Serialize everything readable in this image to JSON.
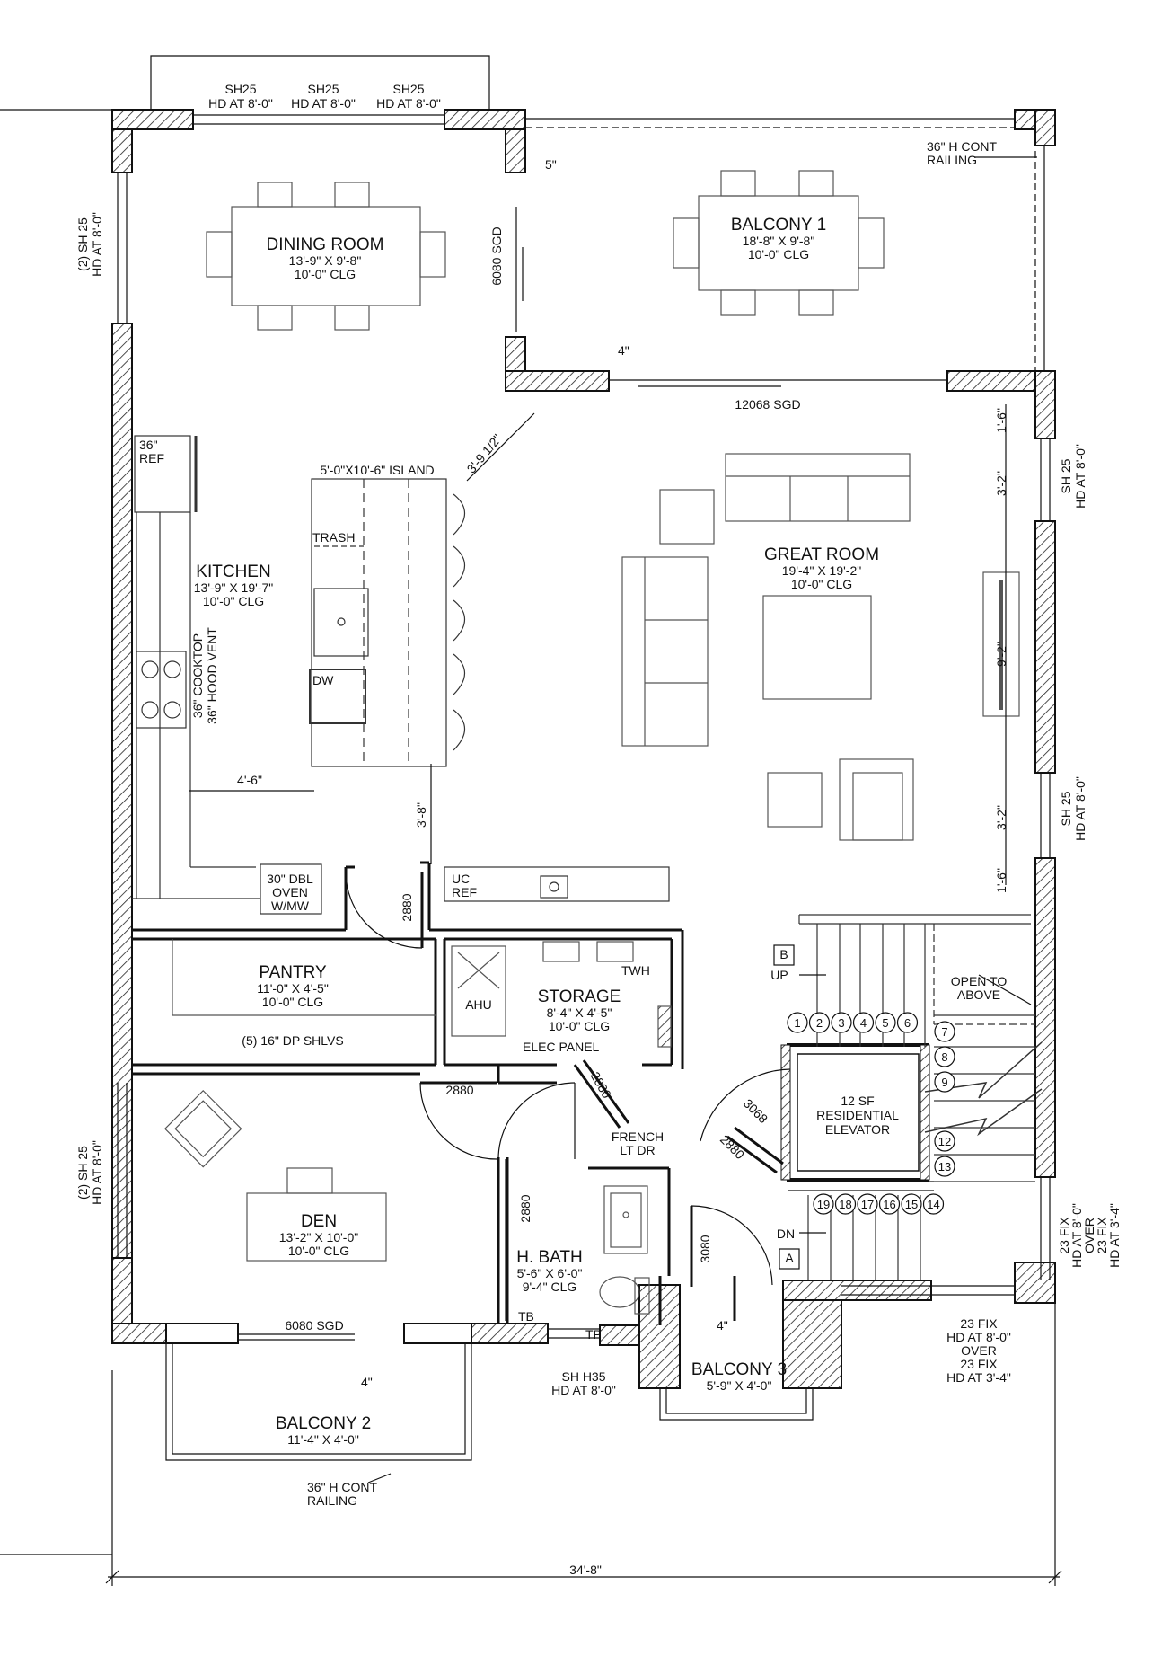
{
  "colors": {
    "ink": "#111111",
    "wall_fill": "#ffffff",
    "hatch": "#222222",
    "furniture": "#555555"
  },
  "rooms": {
    "dining": {
      "name": "DINING ROOM",
      "size": "13'-9\" X 9'-8\"",
      "ceiling": "10'-0\" CLG"
    },
    "balcony1": {
      "name": "BALCONY 1",
      "size": "18'-8\" X 9'-8\"",
      "ceiling": "10'-0\" CLG"
    },
    "kitchen": {
      "name": "KITCHEN",
      "size": "13'-9\" X 19'-7\"",
      "ceiling": "10'-0\" CLG"
    },
    "great": {
      "name": "GREAT ROOM",
      "size": "19'-4\" X 19'-2\"",
      "ceiling": "10'-0\" CLG"
    },
    "pantry": {
      "name": "PANTRY",
      "size": "11'-0\" X 4'-5\"",
      "ceiling": "10'-0\" CLG",
      "note": "(5) 16\" DP SHLVS"
    },
    "storage": {
      "name": "STORAGE",
      "size": "8'-4\" X 4'-5\"",
      "ceiling": "10'-0\" CLG"
    },
    "den": {
      "name": "DEN",
      "size": "13'-2\" X 10'-0\"",
      "ceiling": "10'-0\" CLG"
    },
    "hbath": {
      "name": "H. BATH",
      "size": "5'-6\" X 6'-0\"",
      "ceiling": "9'-4\" CLG"
    },
    "balcony2": {
      "name": "BALCONY 2",
      "size": "11'-4\" X 4'-0\""
    },
    "balcony3": {
      "name": "BALCONY 3",
      "size": "5'-9\" X 4'-0\""
    },
    "elevator": {
      "line1": "12 SF",
      "line2": "RESIDENTIAL",
      "line3": "ELEVATOR"
    }
  },
  "windows": {
    "top_sh": "SH25",
    "top_hd": "HD AT 8'-0\"",
    "left_top": [
      "(2) SH 25",
      "HD AT 8'-0\""
    ],
    "left_bottom": [
      "(2) SH 25",
      "HD AT 8'-0\""
    ],
    "right_a": [
      "SH 25",
      "HD AT 8'-0\""
    ],
    "right_b": [
      "SH 25",
      "HD AT 8'-0\""
    ],
    "right_c": [
      "23 FIX",
      "HD AT 8'-0\"",
      "OVER",
      "23 FIX",
      "HD AT 3'-4\""
    ],
    "balc3_fix": [
      "23 FIX",
      "HD AT 8'-0\"",
      "OVER",
      "23 FIX",
      "HD AT 3'-4\""
    ],
    "sh_h35": [
      "SH H35",
      "HD AT 8'-0\""
    ]
  },
  "labels": {
    "railing": [
      "36\" H CONT",
      "RAILING"
    ],
    "sgd_6080": "6080 SGD",
    "sgd_12068": "12068 SGD",
    "den_sgd": "6080 SGD",
    "dim_5": "5\"",
    "dim_4": "4\"",
    "dim_4b": "4\"",
    "dim_4c": "4\"",
    "island": "5'-0\"X10'-6\" ISLAND",
    "dim_diag": "3'-9 1/2\"",
    "ref": [
      "36\"",
      "REF"
    ],
    "trash": "TRASH",
    "dw": "DW",
    "cooktop": [
      "36\" COOKTOP",
      "36\" HOOD VENT"
    ],
    "dim_4_6": "4'-6\"",
    "dim_3_8": "3'-8\"",
    "oven": [
      "30\" DBL",
      "OVEN",
      "W/MW"
    ],
    "door_2880": "2880",
    "uc_ref": [
      "UC",
      "REF"
    ],
    "dim_1_6": "1'-6\"",
    "dim_3_2": "3'-2\"",
    "dim_9_2": "9'-2\"",
    "dim_3_2b": "3'-2\"",
    "dim_1_6b": "1'-6\"",
    "twh": "TWH",
    "ahu": "AHU",
    "elec": "ELEC PANEL",
    "door_2880b": "2880",
    "door_2880c": "2880",
    "door_2880d": "2880",
    "door_2880e": "2880",
    "door_3068": "3068",
    "door_3080": "3080",
    "french": [
      "FRENCH",
      "LT DR"
    ],
    "up": "UP",
    "dn": "DN",
    "open_above": [
      "OPEN TO",
      "ABOVE"
    ],
    "tb": "TB",
    "tp": "TP",
    "overall": "34'-8\"",
    "tag_b": "B",
    "tag_a": "A"
  },
  "stairs": {
    "top": [
      "1",
      "2",
      "3",
      "4",
      "5",
      "6"
    ],
    "side": [
      "7",
      "8",
      "9"
    ],
    "side2": [
      "12",
      "13"
    ],
    "bottom": [
      "19",
      "18",
      "17",
      "16",
      "15",
      "14"
    ]
  }
}
